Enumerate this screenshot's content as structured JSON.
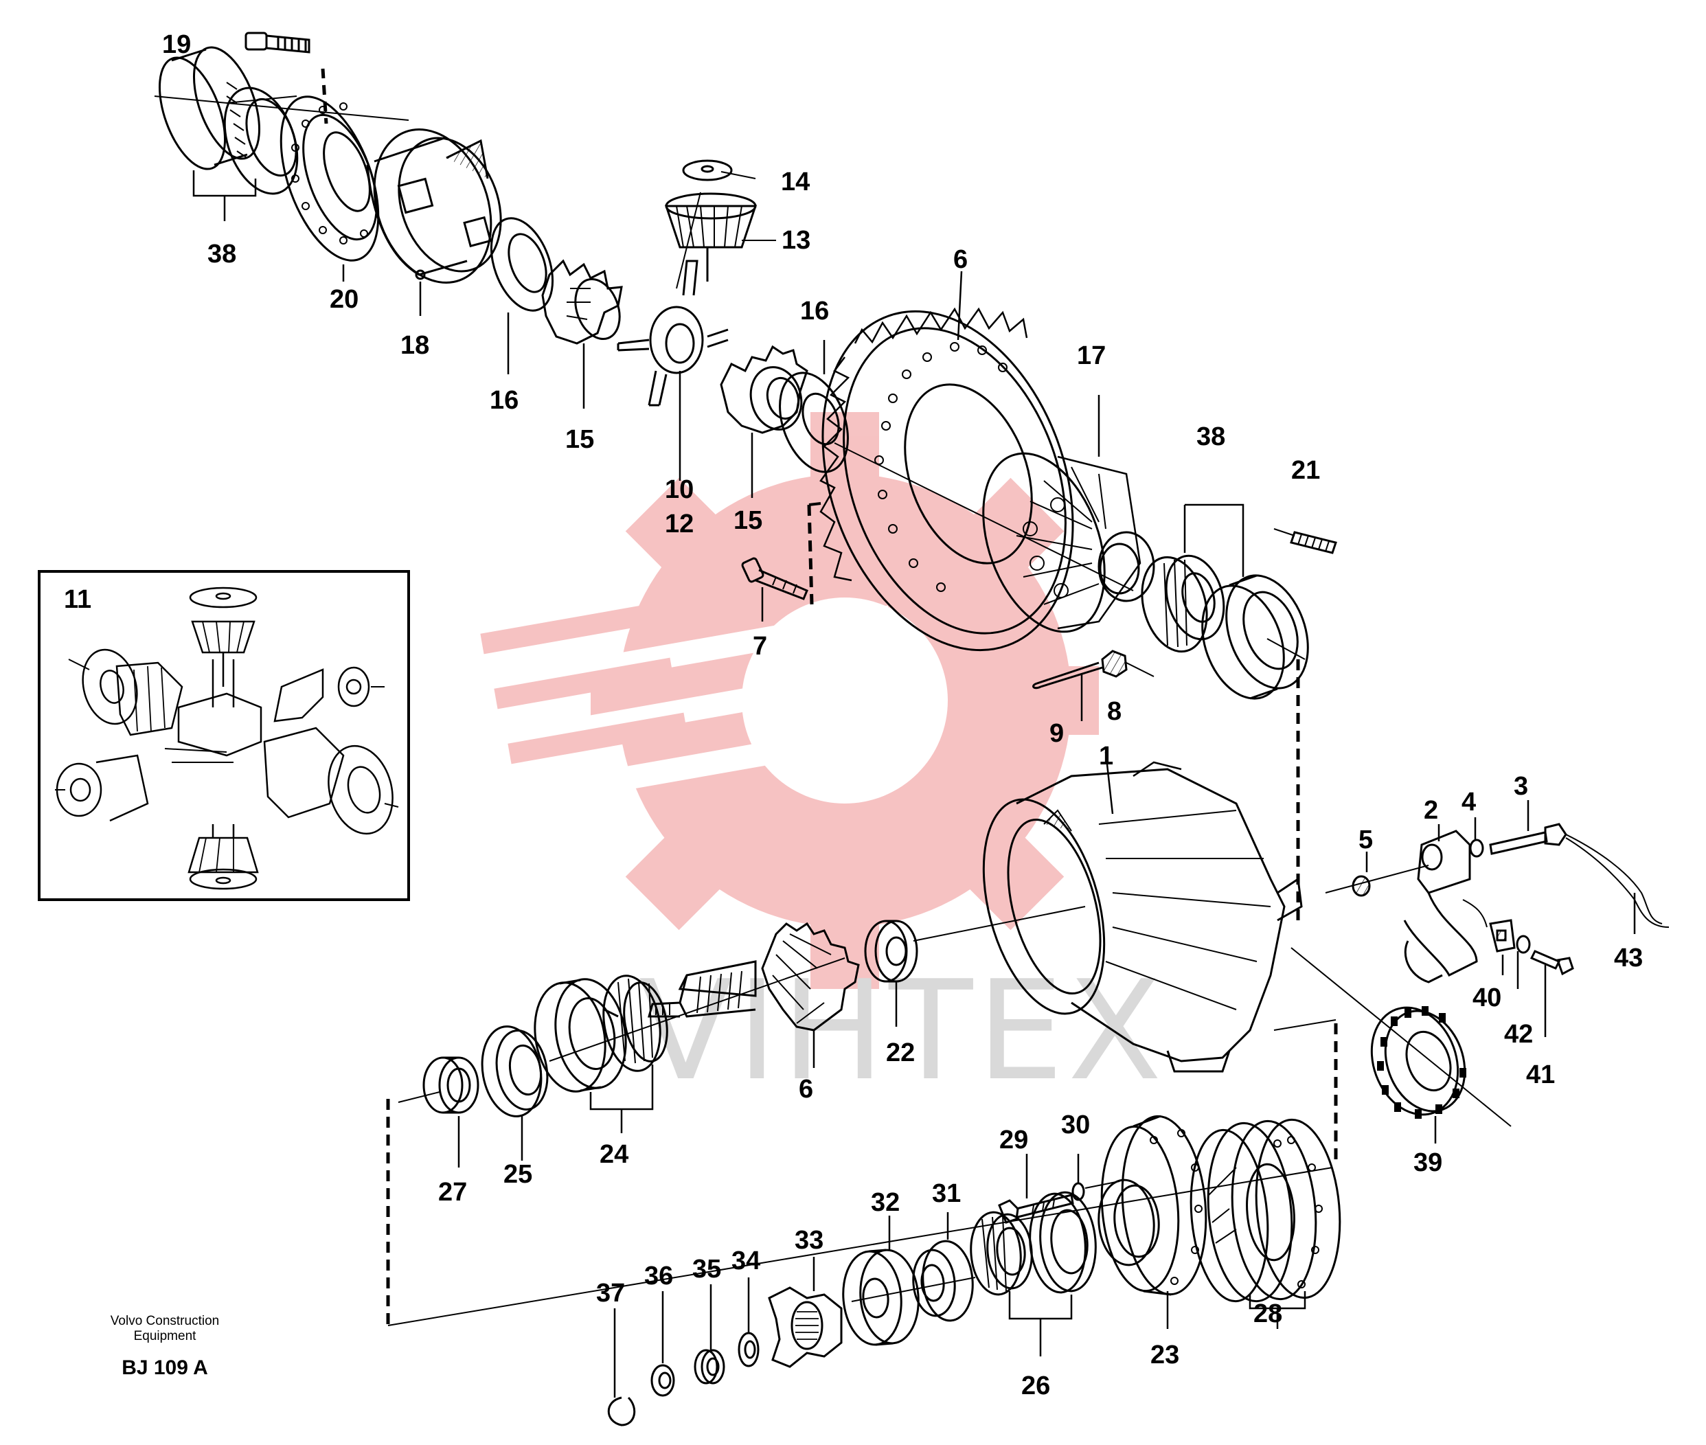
{
  "diagram": {
    "type": "exploded parts diagram",
    "callouts": [
      {
        "id": "19",
        "label": "19"
      },
      {
        "id": "38a",
        "label": "38"
      },
      {
        "id": "20",
        "label": "20"
      },
      {
        "id": "18",
        "label": "18"
      },
      {
        "id": "16a",
        "label": "16"
      },
      {
        "id": "15a",
        "label": "15"
      },
      {
        "id": "14",
        "label": "14"
      },
      {
        "id": "13",
        "label": "13"
      },
      {
        "id": "10",
        "label": "10"
      },
      {
        "id": "12",
        "label": "12"
      },
      {
        "id": "15b",
        "label": "15"
      },
      {
        "id": "16b",
        "label": "16"
      },
      {
        "id": "6a",
        "label": "6"
      },
      {
        "id": "17",
        "label": "17"
      },
      {
        "id": "38b",
        "label": "38"
      },
      {
        "id": "21",
        "label": "21"
      },
      {
        "id": "7",
        "label": "7"
      },
      {
        "id": "9",
        "label": "9"
      },
      {
        "id": "8",
        "label": "8"
      },
      {
        "id": "11",
        "label": "11"
      },
      {
        "id": "1",
        "label": "1"
      },
      {
        "id": "2",
        "label": "2"
      },
      {
        "id": "4",
        "label": "4"
      },
      {
        "id": "3",
        "label": "3"
      },
      {
        "id": "5",
        "label": "5"
      },
      {
        "id": "43",
        "label": "43"
      },
      {
        "id": "40",
        "label": "40"
      },
      {
        "id": "42",
        "label": "42"
      },
      {
        "id": "41",
        "label": "41"
      },
      {
        "id": "39",
        "label": "39"
      },
      {
        "id": "22",
        "label": "22"
      },
      {
        "id": "6b",
        "label": "6"
      },
      {
        "id": "24",
        "label": "24"
      },
      {
        "id": "25",
        "label": "25"
      },
      {
        "id": "27",
        "label": "27"
      },
      {
        "id": "29",
        "label": "29"
      },
      {
        "id": "30",
        "label": "30"
      },
      {
        "id": "28",
        "label": "28"
      },
      {
        "id": "23",
        "label": "23"
      },
      {
        "id": "26",
        "label": "26"
      },
      {
        "id": "32",
        "label": "32"
      },
      {
        "id": "31",
        "label": "31"
      },
      {
        "id": "33",
        "label": "33"
      },
      {
        "id": "34",
        "label": "34"
      },
      {
        "id": "35",
        "label": "35"
      },
      {
        "id": "36",
        "label": "36"
      },
      {
        "id": "37",
        "label": "37"
      }
    ]
  },
  "caption": {
    "line1": "Volvo Construction",
    "line2": "Equipment",
    "code": "BJ 109 A"
  },
  "watermark": {
    "text": "VIHTEX",
    "color": "#f5b8b8"
  }
}
